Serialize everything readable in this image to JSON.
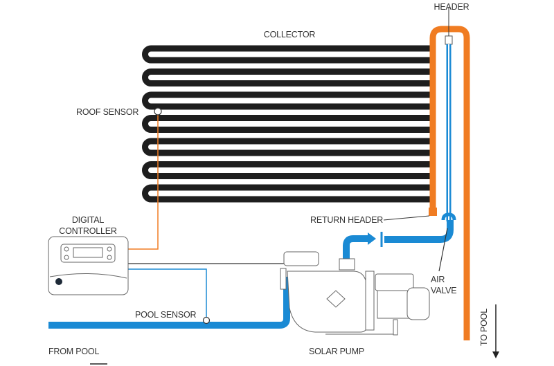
{
  "labels": {
    "header_top": "HEADER",
    "collector": "COLLECTOR",
    "roof_sensor": "ROOF SENSOR",
    "controller_line1": "DIGITAL",
    "controller_line2": "CONTROLLER",
    "return_header": "RETURN HEADER",
    "air_valve_line1": "AIR",
    "air_valve_line2": "VALVE",
    "pool_sensor": "POOL SENSOR",
    "solar_pump": "SOLAR PUMP",
    "from_pool": "FROM POOL",
    "to_pool": "TO POOL"
  },
  "colors": {
    "hot_pipe": "#f07c22",
    "cold_pipe": "#1a8ad4",
    "collector_tube": "#1e1e1e",
    "outline": "#555555"
  }
}
